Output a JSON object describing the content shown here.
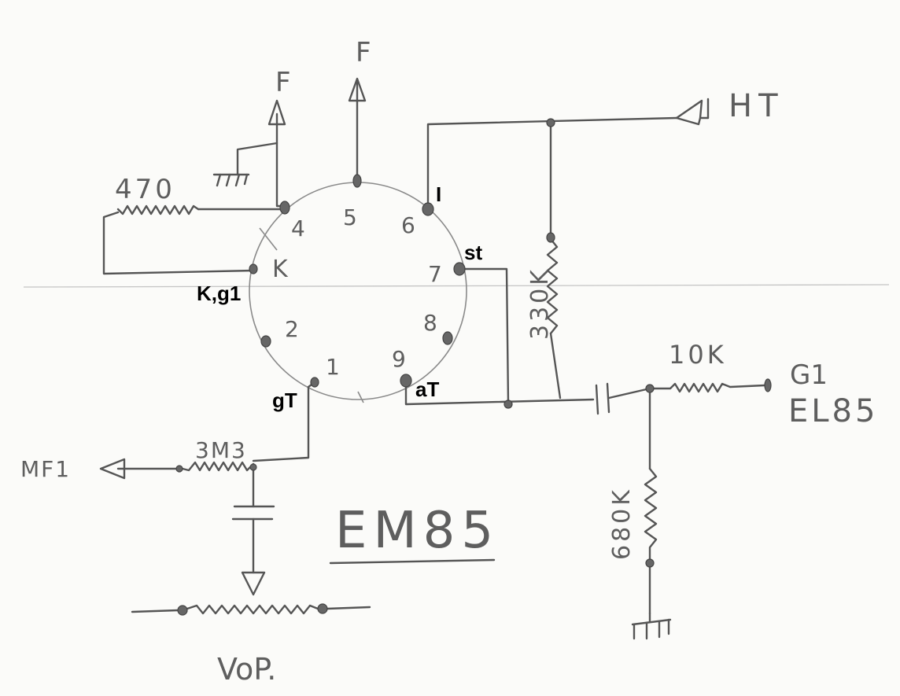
{
  "pins": {
    "p1": "1",
    "p2": "2",
    "p4": "4",
    "p5": "5",
    "p6": "6",
    "p7": "7",
    "p8": "8",
    "p9": "9",
    "k_inner": "K"
  },
  "pin_labels": {
    "i": "I",
    "st": "st",
    "kg1": "K,g1",
    "gt": "gT",
    "at": "aT"
  },
  "supply": {
    "f_left": "F",
    "f_top": "F",
    "ht": "HT"
  },
  "components": {
    "r470": "470",
    "r330k": "330K",
    "r10k": "10K",
    "r3m3": "3M3",
    "r680k": "680K"
  },
  "nets": {
    "g1_el85_line1": "G1",
    "g1_el85_line2": "EL85",
    "mf1": "MF1",
    "vop": "VoP."
  },
  "title": "EM85"
}
